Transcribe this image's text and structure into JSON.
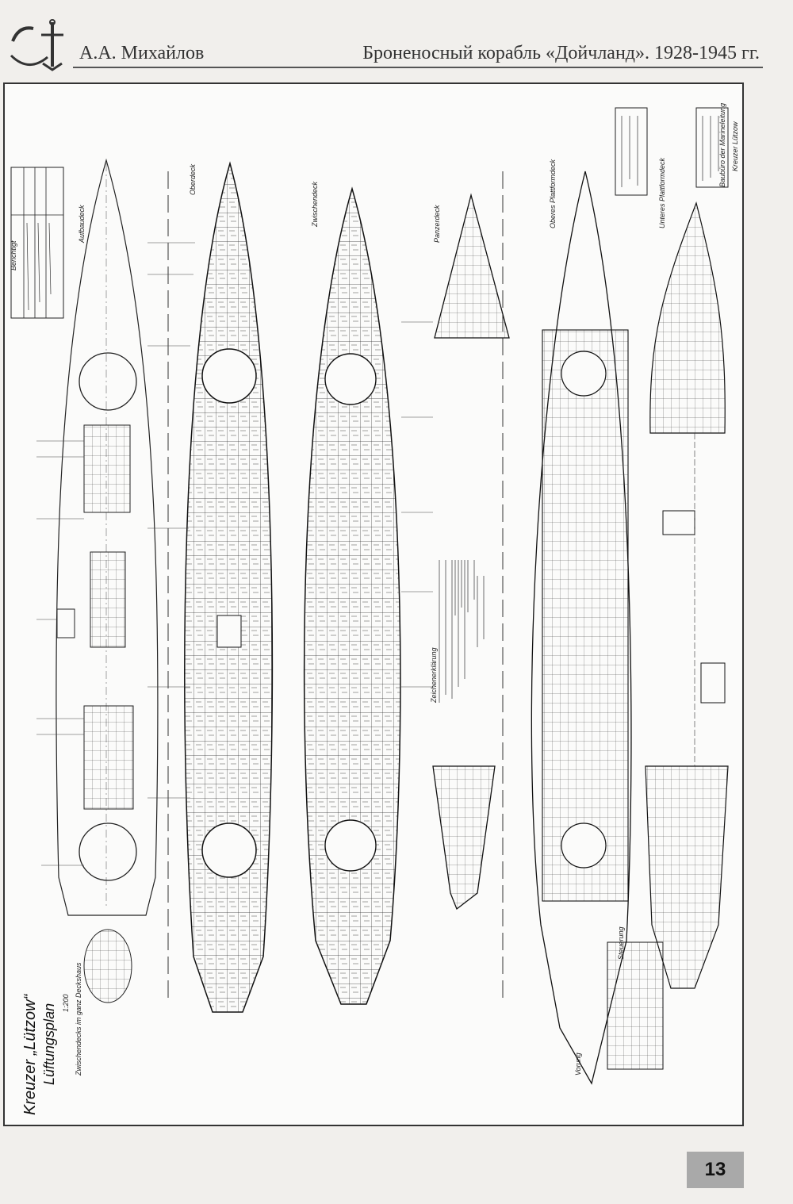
{
  "header": {
    "author": "А.А. Михайлов",
    "book_title": "Броненосный корабль «Дойчланд». 1928-1945 гг."
  },
  "plate": {
    "title_line1": "Kreuzer „Lützow“",
    "title_line2": "Lüftungsplan",
    "scale": "1:200",
    "note": "Zwischendecks im ganz Deckshaus",
    "decks": [
      "Aufbaudeck",
      "Oberdeck",
      "Zwischendeck",
      "Panzerdeck",
      "Oberes Plattformdeck",
      "Unteres Plattformdeck"
    ],
    "revision_label": "Berichtigt",
    "stamp_org": "Baubüro der Marineleitung",
    "stamp_signature": "Kreuzer Lützow",
    "legend_heading": "Zeichenerklärung",
    "schema_label": "Steuerung",
    "schema_label2": "Vorung"
  },
  "page": {
    "number": "13"
  }
}
